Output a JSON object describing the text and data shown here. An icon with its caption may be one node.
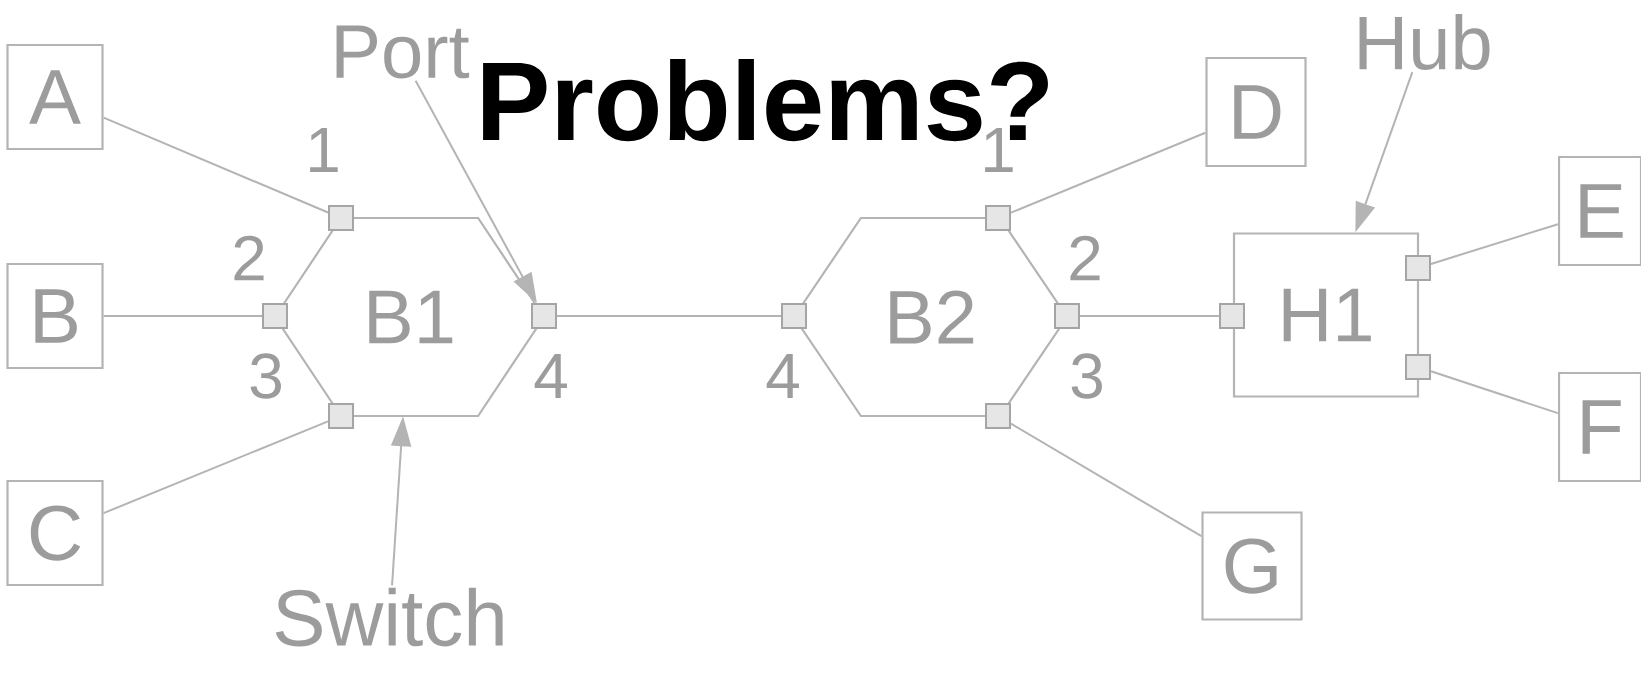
{
  "diagram": {
    "title": "Problems?",
    "nodes": [
      {
        "text": [
          "Port"
        ]
      },
      {
        "text": [
          "Hub"
        ]
      },
      {
        "text": [
          "A"
        ]
      },
      {
        "text": [
          "B"
        ]
      },
      {
        "text": [
          "C"
        ]
      },
      {
        "text": [
          "B1"
        ]
      },
      {
        "text": [
          "B2"
        ]
      },
      {
        "text": [
          "H1"
        ]
      },
      {
        "text": [
          "D"
        ]
      },
      {
        "text": [
          "E"
        ]
      },
      {
        "text": [
          "F"
        ]
      },
      {
        "text": [
          "G"
        ]
      },
      {
        "text": [
          "Switch"
        ]
      },
      {
        "text": [],
        "shape": "box"
      },
      {
        "text": [],
        "shape": "box"
      },
      {
        "text": [],
        "shape": "box"
      },
      {
        "text": [],
        "shape": "box"
      },
      {
        "text": [],
        "shape": "box"
      },
      {
        "text": [],
        "shape": "box"
      },
      {
        "text": [],
        "shape": "box"
      },
      {
        "text": [],
        "shape": "box"
      },
      {
        "text": [],
        "shape": "box"
      },
      {
        "text": [],
        "shape": "box"
      },
      {
        "text": [],
        "shape": "box"
      }
    ],
    "edges": [
      {
        "from": 2,
        "to": 13,
        "arrow": "none"
      },
      {
        "from": 3,
        "to": 14,
        "arrow": "none"
      },
      {
        "from": 4,
        "to": 16,
        "arrow": "none"
      },
      {
        "from": 15,
        "to": 18,
        "arrow": "none"
      },
      {
        "from": 8,
        "to": 17,
        "arrow": "none"
      },
      {
        "from": 19,
        "to": 21,
        "arrow": "none"
      },
      {
        "from": 11,
        "to": 20,
        "arrow": "none"
      },
      {
        "from": 22,
        "to": 9,
        "arrow": "none"
      },
      {
        "from": 23,
        "to": 10,
        "arrow": "none"
      },
      {
        "from": 0,
        "to": 15,
        "arrow": "to"
      },
      {
        "from": 1,
        "to": 7,
        "arrow": "to"
      },
      {
        "from": 12,
        "to": 5,
        "arrow": "to"
      }
    ],
    "labels": [
      "1",
      "1",
      "2",
      "2",
      "3",
      "4",
      "4",
      "3"
    ]
  }
}
